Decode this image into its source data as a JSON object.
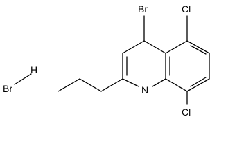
{
  "molecule": {
    "labels": {
      "br_top": "Br",
      "cl_top": "Cl",
      "n_ring": "N",
      "cl_bottom": "Cl",
      "br_salt": "Br",
      "h_salt": "H"
    },
    "colors": {
      "bond": "#000000",
      "text": "#000000",
      "background": "#ffffff"
    }
  }
}
